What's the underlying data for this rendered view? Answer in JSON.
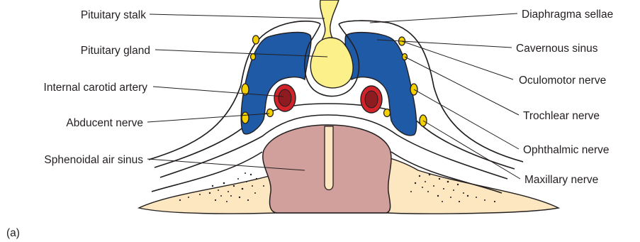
{
  "labels": {
    "pituitary_stalk": "Pituitary stalk",
    "pituitary_gland": "Pituitary gland",
    "internal_carotid_artery": "Internal carotid artery",
    "abducent_nerve": "Abducent nerve",
    "sphenoidal_air_sinus": "Sphenoidal air sinus",
    "diaphragma_sellae": "Diaphragma sellae",
    "cavernous_sinus": "Cavernous sinus",
    "oculomotor_nerve": "Oculomotor nerve",
    "trochlear_nerve": "Trochlear nerve",
    "ophthalmic_nerve": "Ophthalmic nerve",
    "maxillary_nerve": "Maxillary nerve"
  },
  "panel_label": "(a)",
  "colors": {
    "sinus_blue": "#1f5aa6",
    "nerve_yellow": "#f3d000",
    "pituitary_yellow": "#fbf08a",
    "artery_red": "#d2232a",
    "artery_lumen": "#8e1b1f",
    "bone_cream": "#fce7c0",
    "air_sinus_pink": "#d2a09c",
    "outline": "#231f20"
  }
}
